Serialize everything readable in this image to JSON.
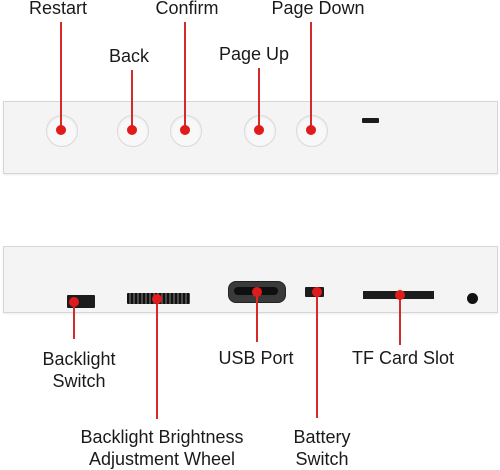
{
  "top_labels": {
    "restart": "Restart",
    "back": "Back",
    "confirm": "Confirm",
    "page_up": "Page Up",
    "page_down": "Page Down"
  },
  "bottom_labels": {
    "backlight_switch_1": "Backlight",
    "backlight_switch_2": "Switch",
    "usb_port": "USB Port",
    "tf_card_slot": "TF Card Slot",
    "wheel_1": "Backlight Brightness",
    "wheel_2": "Adjustment Wheel",
    "battery_switch_1": "Battery",
    "battery_switch_2": "Switch"
  },
  "colors": {
    "leader": "#d42a2a",
    "dot": "#e01b1b",
    "panel": "#f4f4f4"
  }
}
